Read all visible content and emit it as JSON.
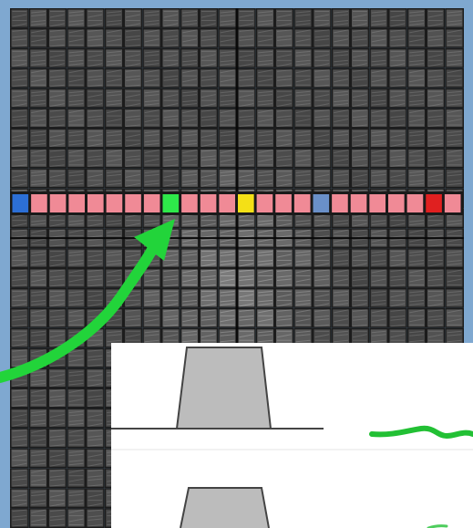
{
  "figure": {
    "background_color": "#7fa8d0",
    "grid": {
      "rows": 26,
      "columns": 24,
      "cell_color": "#4a4a4a",
      "line_color": "#1c1c1c",
      "axis_color": "#0a0a0a"
    },
    "highlighted_row": {
      "row_index": 10,
      "base_color": "#f08a96",
      "marked_cells": [
        {
          "column": 0,
          "color": "#2c6fd6"
        },
        {
          "column": 8,
          "color": "#2ee84a"
        },
        {
          "column": 12,
          "color": "#f4e016"
        },
        {
          "column": 16,
          "color": "#6a90c8"
        },
        {
          "column": 22,
          "color": "#e02020"
        }
      ]
    },
    "arrow": {
      "color": "#22d43a",
      "icon": "curved-arrow-icon"
    },
    "inset": {
      "background": "#ffffff",
      "trapezoid_fill": "#bcbcbc",
      "trapezoid_stroke": "#444444",
      "squiggle_color": "#22c034"
    }
  }
}
